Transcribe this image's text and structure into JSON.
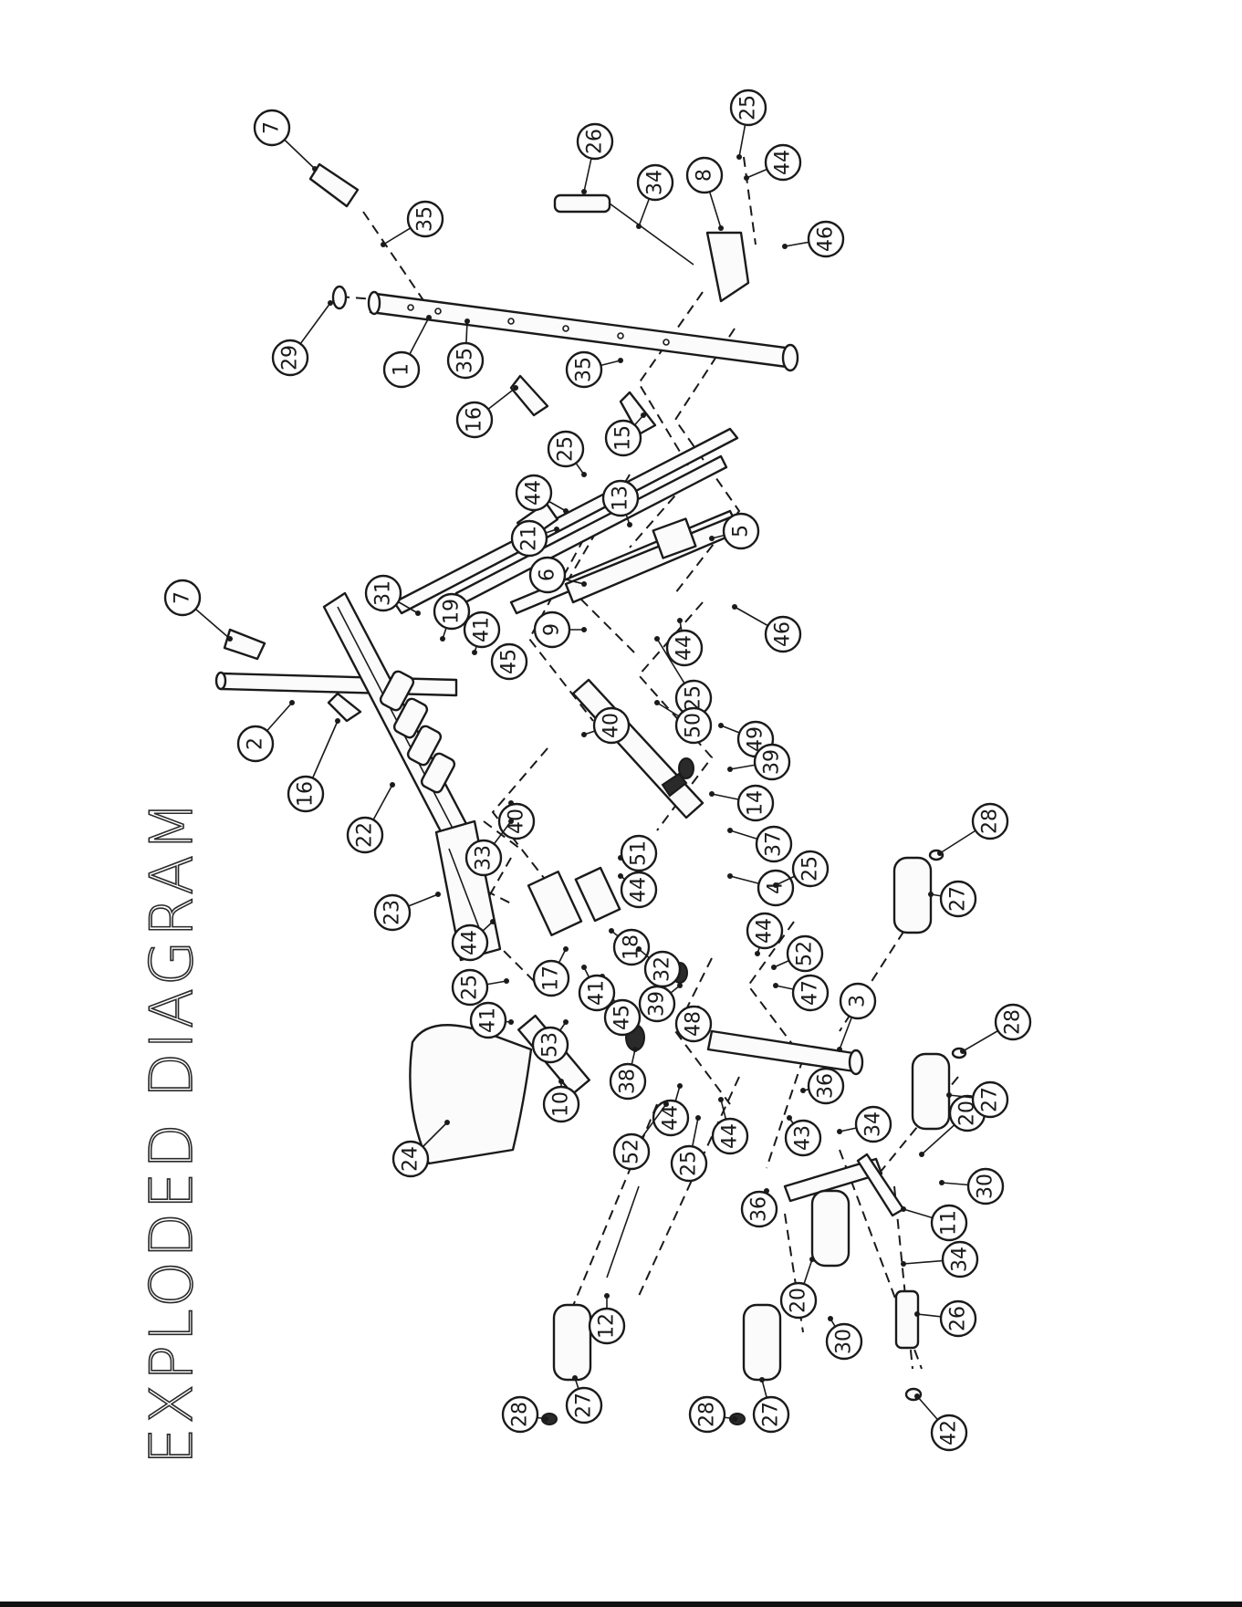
{
  "title": "EXPLODED DIAGRAM",
  "callouts": [
    {
      "id": "c-7a",
      "label": "7"
    },
    {
      "id": "c-35a",
      "label": "35"
    },
    {
      "id": "c-29",
      "label": "29"
    },
    {
      "id": "c-1",
      "label": "1"
    },
    {
      "id": "c-35b",
      "label": "35"
    },
    {
      "id": "c-16a",
      "label": "16"
    },
    {
      "id": "c-35c",
      "label": "35"
    },
    {
      "id": "c-15",
      "label": "15"
    },
    {
      "id": "c-26a",
      "label": "26"
    },
    {
      "id": "c-34a",
      "label": "34"
    },
    {
      "id": "c-8",
      "label": "8"
    },
    {
      "id": "c-25a",
      "label": "25"
    },
    {
      "id": "c-44a",
      "label": "44"
    },
    {
      "id": "c-46a",
      "label": "46"
    },
    {
      "id": "c-25b",
      "label": "25"
    },
    {
      "id": "c-44b",
      "label": "44"
    },
    {
      "id": "c-13",
      "label": "13"
    },
    {
      "id": "c-21",
      "label": "21"
    },
    {
      "id": "c-6",
      "label": "6"
    },
    {
      "id": "c-9",
      "label": "9"
    },
    {
      "id": "c-5",
      "label": "5"
    },
    {
      "id": "c-7b",
      "label": "7"
    },
    {
      "id": "c-31",
      "label": "31"
    },
    {
      "id": "c-19",
      "label": "19"
    },
    {
      "id": "c-41a",
      "label": "41"
    },
    {
      "id": "c-45a",
      "label": "45"
    },
    {
      "id": "c-44c",
      "label": "44"
    },
    {
      "id": "c-25c",
      "label": "25"
    },
    {
      "id": "c-46b",
      "label": "46"
    },
    {
      "id": "c-2",
      "label": "2"
    },
    {
      "id": "c-16b",
      "label": "16"
    },
    {
      "id": "c-22",
      "label": "22"
    },
    {
      "id": "c-50",
      "label": "50"
    },
    {
      "id": "c-49",
      "label": "49"
    },
    {
      "id": "c-40a",
      "label": "40"
    },
    {
      "id": "c-40b",
      "label": "40"
    },
    {
      "id": "c-33",
      "label": "33"
    },
    {
      "id": "c-39a",
      "label": "39"
    },
    {
      "id": "c-14",
      "label": "14"
    },
    {
      "id": "c-37",
      "label": "37"
    },
    {
      "id": "c-51",
      "label": "51"
    },
    {
      "id": "c-44d",
      "label": "44"
    },
    {
      "id": "c-4",
      "label": "4"
    },
    {
      "id": "c-25d",
      "label": "25"
    },
    {
      "id": "c-23",
      "label": "23"
    },
    {
      "id": "c-18",
      "label": "18"
    },
    {
      "id": "c-32",
      "label": "32"
    },
    {
      "id": "c-44e",
      "label": "44"
    },
    {
      "id": "c-45b",
      "label": "45"
    },
    {
      "id": "c-41b",
      "label": "41"
    },
    {
      "id": "c-17",
      "label": "17"
    },
    {
      "id": "c-25e",
      "label": "25"
    },
    {
      "id": "c-39b",
      "label": "39"
    },
    {
      "id": "c-44f",
      "label": "44"
    },
    {
      "id": "c-52a",
      "label": "52"
    },
    {
      "id": "c-47",
      "label": "47"
    },
    {
      "id": "c-27a",
      "label": "27"
    },
    {
      "id": "c-28a",
      "label": "28"
    },
    {
      "id": "c-41c",
      "label": "41"
    },
    {
      "id": "c-53",
      "label": "53"
    },
    {
      "id": "c-48",
      "label": "48"
    },
    {
      "id": "c-3",
      "label": "3"
    },
    {
      "id": "c-38",
      "label": "38"
    },
    {
      "id": "c-10",
      "label": "10"
    },
    {
      "id": "c-44g",
      "label": "44"
    },
    {
      "id": "c-52b",
      "label": "52"
    },
    {
      "id": "c-25f",
      "label": "25"
    },
    {
      "id": "c-44h",
      "label": "44"
    },
    {
      "id": "c-36a",
      "label": "36"
    },
    {
      "id": "c-43",
      "label": "43"
    },
    {
      "id": "c-34b",
      "label": "34"
    },
    {
      "id": "c-20a",
      "label": "20"
    },
    {
      "id": "c-27b",
      "label": "27"
    },
    {
      "id": "c-28b",
      "label": "28"
    },
    {
      "id": "c-24",
      "label": "24"
    },
    {
      "id": "c-30a",
      "label": "30"
    },
    {
      "id": "c-11",
      "label": "11"
    },
    {
      "id": "c-36b",
      "label": "36"
    },
    {
      "id": "c-34c",
      "label": "34"
    },
    {
      "id": "c-26b",
      "label": "26"
    },
    {
      "id": "c-12",
      "label": "12"
    },
    {
      "id": "c-20b",
      "label": "20"
    },
    {
      "id": "c-30b",
      "label": "30"
    },
    {
      "id": "c-27c",
      "label": "27"
    },
    {
      "id": "c-28c",
      "label": "28"
    },
    {
      "id": "c-27d",
      "label": "27"
    },
    {
      "id": "c-28d",
      "label": "28"
    },
    {
      "id": "c-42",
      "label": "42"
    }
  ]
}
